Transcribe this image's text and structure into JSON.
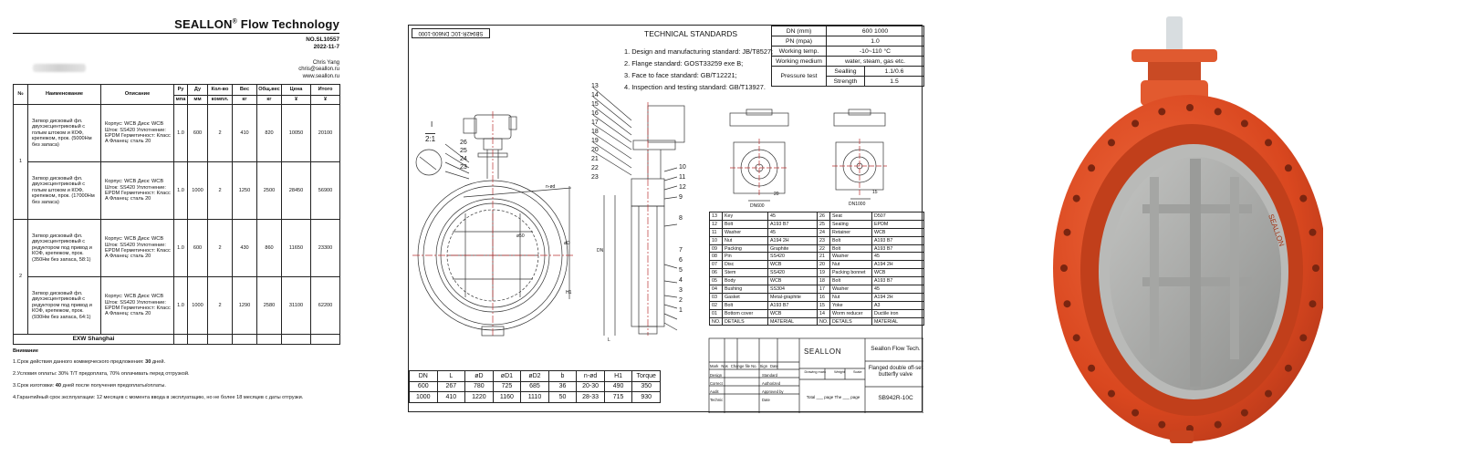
{
  "quote": {
    "brand": "SEALLON",
    "brand_mark": "®",
    "brand_rest": "Flow Technology",
    "number": "NO.SL10557",
    "date": "2022-11-7",
    "contact_name": "Chris Yang",
    "contact_email": "chris@seallon.ru",
    "contact_web": "www.seallon.ru",
    "headers": [
      "№",
      "Наименование",
      "Описание",
      "Ру",
      "Ду",
      "Кол-во",
      "Вес",
      "Общ.вес",
      "Цена",
      "Итого"
    ],
    "units": [
      "мпа",
      "мм",
      "компл.",
      "кг",
      "кг",
      "¥",
      "¥"
    ],
    "groups": [
      "1",
      "2"
    ],
    "items": [
      {
        "name": "Затвор дисковый фл. двухэксцентриковый с голым штоком и КОФ, крепежом, прок. (5000Нм без запаса)",
        "desc": "Корпус: WCB Диск: WCB Шток: SS420 Уплотнение: EPDM Герметичност: Класс A Фланец: сталь 20",
        "pn": "1.0",
        "dn": "600",
        "qty": "2",
        "weight": "410",
        "total_weight": "820",
        "price": "10050",
        "total": "20100"
      },
      {
        "name": "Затвор дисковый фл. двухэксцентриковый с голым штоком и КОФ, крепежом, прок. (17000Нм без запаса)",
        "desc": "Корпус: WCB Диск: WCB Шток: SS420 Уплотнение: EPDM Герметичност: Класс A Фланец: сталь 20",
        "pn": "1.0",
        "dn": "1000",
        "qty": "2",
        "weight": "1250",
        "total_weight": "2500",
        "price": "28450",
        "total": "56900"
      },
      {
        "name": "Затвор дисковый фл. двухэксцентриковый с редуктором под привод и КОФ, крепежом, прок. (350Нм без запаса, 58:1)",
        "desc": "Корпус: WCB Диск: WCB Шток: SS420 Уплотнение: EPDM Герметичност: Класс A Фланец: сталь 20",
        "pn": "1.0",
        "dn": "600",
        "qty": "2",
        "weight": "430",
        "total_weight": "860",
        "price": "11650",
        "total": "23300"
      },
      {
        "name": "Затвор дисковый фл. двухэксцентриковый с редуктором под привод и КОФ, крепежом, прок. (930Нм без запаса, 64:1)",
        "desc": "Корпус: WCB Диск: WCB Шток: SS420 Уплотнение: EPDM Герметичност: Класс A Фланец: сталь 20",
        "pn": "1.0",
        "dn": "1000",
        "qty": "2",
        "weight": "1290",
        "total_weight": "2580",
        "price": "31100",
        "total": "62200"
      }
    ],
    "exw": "EXW Shanghai",
    "notes_title": "Внимание",
    "notes": [
      {
        "pre": "1.Срок действия данного коммерческого предложения: ",
        "b": "30",
        "post": " дней."
      },
      {
        "pre": "2.Условия оплаты: 30% Т/Т предоплата, 70% оплачивать перед отгрузкой.",
        "b": "",
        "post": ""
      },
      {
        "pre": "3.Срок изготовки: ",
        "b": "40",
        "post": " дней после получения предоплаты/оплаты."
      },
      {
        "pre": "4.Гарантийный срок эксплуатации: 12 месяцев с момента ввода в эксплуатацию, но не более 18 месяцев с даты отгрузки.",
        "b": "",
        "post": ""
      }
    ]
  },
  "drawing": {
    "stamp": "SB942R-10C DN600-1000",
    "standards_title": "TECHNICAL STANDARDS",
    "standards": [
      "1. Design and manufacturing standard: JB/T8527;",
      "2. Flange standard: GOST33259 exe B;",
      "3. Face to face standard: GB/T12221;",
      "4. Inspection and testing standard: GB/T13927."
    ],
    "specs": {
      "dn_label": "DN (mm)",
      "dn_value": "600 1000",
      "pn_label": "PN (mpa)",
      "pn_value": "1.0",
      "temp_label": "Working temp.",
      "temp_value": "-10~110 °C",
      "medium_label": "Working medium",
      "medium_value": "water, steam, gas etc.",
      "test_label": "Pressure test",
      "sealing_label": "Sealling",
      "sealing_value": "1.1/0.6",
      "strength_label": "Strength",
      "strength_value": "1.5"
    },
    "scale_label": "2:1",
    "section_label": "I",
    "flange_labels": [
      "DN600",
      "DN1000"
    ],
    "parts": [
      [
        "13",
        "Key",
        "45",
        "26",
        "Seat",
        "D507"
      ],
      [
        "12",
        "Bolt",
        "A193 B7",
        "25",
        "Sealing",
        "EPDM"
      ],
      [
        "11",
        "Washer",
        "45",
        "24",
        "Retainer",
        "WCB"
      ],
      [
        "10",
        "Nut",
        "A194 2H",
        "23",
        "Bolt",
        "A193 B7"
      ],
      [
        "09",
        "Packing",
        "Graphite",
        "22",
        "Bolt",
        "A193 B7"
      ],
      [
        "08",
        "Pin",
        "SS420",
        "21",
        "Washer",
        "45"
      ],
      [
        "07",
        "Disc",
        "WCB",
        "20",
        "Nut",
        "A194 2H"
      ],
      [
        "06",
        "Stem",
        "SS420",
        "19",
        "Packing bonnet",
        "WCB"
      ],
      [
        "05",
        "Body",
        "WCB",
        "18",
        "Bolt",
        "A193 B7"
      ],
      [
        "04",
        "Bushing",
        "SS304",
        "17",
        "Washer",
        "45"
      ],
      [
        "03",
        "Gasket",
        "Metal-graphite",
        "16",
        "Nut",
        "A194 2H"
      ],
      [
        "02",
        "Bolt",
        "A193 B7",
        "15",
        "Yoke",
        "A3"
      ],
      [
        "01",
        "Bottom cover",
        "WCB",
        "14",
        "Worm reducer",
        "Ductile iron"
      ],
      [
        "NO.",
        "DETAILS",
        "MATERIAL",
        "NO.",
        "DETAILS",
        "MATERIAL"
      ]
    ],
    "company_logo": "SEALLON",
    "company": "Seallon Flow Tech.",
    "product": "Flanged double off-set butterfly valve",
    "model": "SB942R-10C",
    "tb_row": [
      "Mark",
      "Nos",
      "Change file No.",
      "Sign",
      "Date"
    ],
    "tb_left": [
      "Design",
      "Correct",
      "Audit",
      "Technic"
    ],
    "tb_mid": [
      "Standard",
      "Authorized",
      "Approved by",
      "Date"
    ],
    "tb_small": [
      "Drawing mark",
      "Weight",
      "Scale"
    ],
    "tb_sheet": "Total ___ page  The ___ page",
    "callouts_left": [
      "13",
      "14",
      "15",
      "16",
      "17",
      "18",
      "19",
      "20",
      "21",
      "22",
      "23"
    ],
    "callouts_right": [
      "10",
      "11",
      "12",
      "9",
      "8",
      "7",
      "6",
      "5",
      "4",
      "3",
      "2",
      "1"
    ],
    "detail_callouts": [
      "26",
      "25",
      "24",
      "23"
    ],
    "dims_headers": [
      "DN",
      "L",
      "øD",
      "øD1",
      "øD2",
      "b",
      "n-ød",
      "H1",
      "Torque"
    ],
    "dims_rows": [
      [
        "600",
        "267",
        "780",
        "725",
        "685",
        "36",
        "20-30",
        "490",
        "350"
      ],
      [
        "1000",
        "410",
        "1220",
        "1160",
        "1110",
        "50",
        "28-33",
        "715",
        "930"
      ]
    ],
    "dim_marks": {
      "nd": "n-ød",
      "d": "øD",
      "h1": "H1",
      "d1": "ø50",
      "l": "L",
      "dn": "DN",
      "bottom_a": "20",
      "bottom_b": "15"
    }
  },
  "photo": {
    "body_color": "#e2522b",
    "disc_color": "#a9aaa8",
    "stem_color": "#d8dde0",
    "body_marking": "SEALLON"
  }
}
